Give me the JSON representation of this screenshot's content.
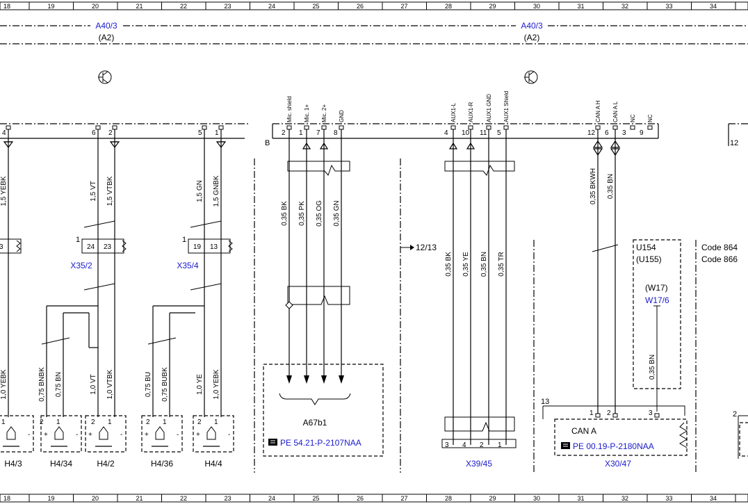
{
  "grid": {
    "columns": [
      "18",
      "19",
      "20",
      "21",
      "22",
      "23",
      "24",
      "25",
      "26",
      "27",
      "28",
      "29",
      "30",
      "31",
      "32",
      "33",
      "34"
    ]
  },
  "colors": {
    "wire": "#000000",
    "reference": "#1a1acc",
    "background": "#ffffff"
  },
  "icons": {
    "transistor": "transistor-symbol-icon",
    "book": "manual-book-icon",
    "speaker": "speaker-icon"
  },
  "modules": {
    "a40_left": {
      "name": "A40/3",
      "alt": "(A2)"
    },
    "a40_right": {
      "name": "A40/3",
      "alt": "(A2)"
    }
  },
  "pins": {
    "left": [
      "4",
      "6",
      "2",
      "5",
      "1"
    ],
    "mic": [
      "2",
      "1",
      "7",
      "8"
    ],
    "aux": [
      "4",
      "10",
      "11",
      "5"
    ],
    "can": [
      "12",
      "6",
      "3",
      "9"
    ]
  },
  "pin_labels": {
    "mic": [
      "Mic. shield",
      "Mic. 1+",
      "Mic. 2+",
      "GND"
    ],
    "aux": [
      "AUX1-L",
      "AUX1-R",
      "AUX1 GND",
      "AUX1 Shield"
    ],
    "can": [
      "CAN A H",
      "CAN A L",
      "NC",
      "NC"
    ]
  },
  "bus_labels": {
    "b": "B",
    "right_num": "12"
  },
  "wires": {
    "upper_left": [
      "1,5 YEBK",
      "1,5 VT",
      "1,5 VTBK",
      "1,5 GN",
      "1,5 GNBK"
    ],
    "mic": [
      "0,35 BK",
      "0,35 PK",
      "0,35 OG",
      "0,35 GN"
    ],
    "aux": [
      "0,35 BK",
      "0,35 YE",
      "0,35 BN",
      "0,35 TR"
    ],
    "can": [
      "0,35 BKWH",
      "0,35 BN"
    ],
    "w17": "0,35 BN",
    "lower_left": [
      "1,0 YEBK",
      "0,75 BNBK",
      "0,75 BN",
      "1,0 VT",
      "1,0 VTBK",
      "0,75 BU",
      "0,75 BUBK",
      "1,0 YE",
      "1,0 YEBK"
    ]
  },
  "connectors": {
    "x35_2": {
      "label": "X35/2",
      "num": "1",
      "pins": [
        "24",
        "23"
      ]
    },
    "x35_4": {
      "label": "X35/4",
      "num": "1",
      "pins": [
        "19",
        "13"
      ]
    },
    "left_partial": {
      "pin": "3"
    },
    "x39_45": {
      "label": "X39/45",
      "pins": [
        "3",
        "4",
        "2",
        "1"
      ]
    },
    "x30_47": {
      "label": "X30/47",
      "num": "13",
      "pins": [
        "1",
        "2",
        "3"
      ]
    }
  },
  "crossref": "12/13",
  "a67b1": {
    "label": "A67b1",
    "ref": "PE 54.21-P-2107NAA"
  },
  "can_bus": {
    "label": "CAN A",
    "ref": "PE 00.19-P-2180NAA"
  },
  "u154": {
    "l1": "U154",
    "l2": "(U155)",
    "l3": "(W17)",
    "l4": "W17/6"
  },
  "codes": [
    "Code 864",
    "Code 866"
  ],
  "speakers": {
    "labels": [
      "H4/3",
      "H4/34",
      "H4/2",
      "H4/36",
      "H4/4"
    ],
    "pins_a": "2",
    "pins_b": "1",
    "plus": "+",
    "minus": "-"
  },
  "right_edge": {
    "num": "2"
  }
}
